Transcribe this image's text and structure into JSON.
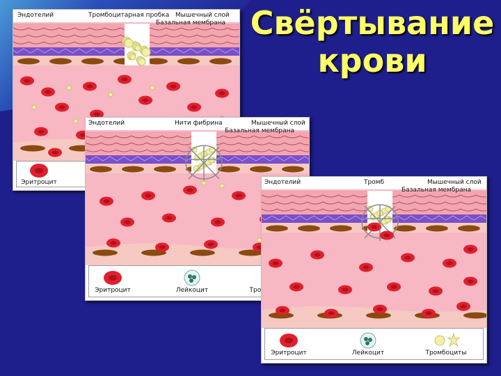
{
  "slide": {
    "title_line1": "Свёртывание",
    "title_line2": "крови"
  },
  "colors": {
    "background": "#1e1e8c",
    "title": "#ffff66",
    "plasma": "#f7b7c3",
    "erythrocyte": "#e0202e",
    "endothelium": "#e88aa0",
    "basal_membrane": "#7a4fc8",
    "muscle_layer": "#f2a6b0",
    "platelet": "#f2f0a8",
    "fibrin": "#8c8c8c"
  },
  "panels": [
    {
      "labels": {
        "top_left": "Эндотелий",
        "top_mid": "Тромбоцитарная пробка",
        "top_right": "Мышечный слой",
        "membrane": "Базальная мембрана"
      },
      "legend": [
        "Эритроцит"
      ],
      "injury_icon": "platelet-plug-icon"
    },
    {
      "labels": {
        "top_left": "Эндотелий",
        "top_mid": "Нити фибрина",
        "top_right": "Мышечный слой",
        "membrane": "Базальная мембрана"
      },
      "legend": [
        "Эритроцит",
        "Лейкоцит",
        "Тромбоциты"
      ],
      "injury_icon": "fibrin-mesh-icon"
    },
    {
      "labels": {
        "top_left": "Эндотелий",
        "top_mid": "Тромб",
        "top_right": "Мышечный слой",
        "membrane": "Базальная мембрана"
      },
      "legend": [
        "Эритроцит",
        "Лейкоцит",
        "Тромбоциты"
      ],
      "injury_icon": "thrombus-icon"
    }
  ]
}
